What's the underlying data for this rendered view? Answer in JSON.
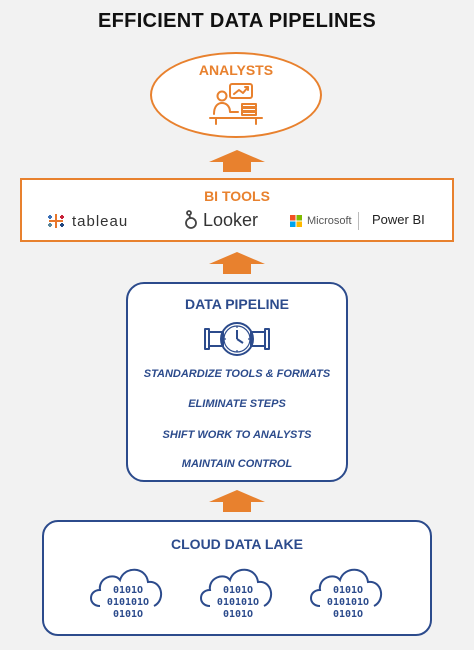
{
  "title": "EFFICIENT DATA PIPELINES",
  "analysts": {
    "label": "ANALYSTS",
    "icon": "analyst-at-desk-icon"
  },
  "bi_tools": {
    "label": "BI TOOLS",
    "logos": {
      "tableau": "tableau",
      "looker": "Looker",
      "microsoft": "Microsoft",
      "power_bi": "Power BI"
    }
  },
  "data_pipeline": {
    "label": "DATA PIPELINE",
    "icon": "pipe-gauge-icon",
    "items": [
      "STANDARDIZE TOOLS & FORMATS",
      "ELIMINATE STEPS",
      "SHIFT WORK TO ANALYSTS",
      "MAINTAIN CONTROL"
    ]
  },
  "cloud_data_lake": {
    "label": "CLOUD DATA LAKE",
    "clouds": [
      {
        "lines": [
          "0101O",
          "010101O",
          "0101O"
        ]
      },
      {
        "lines": [
          "0101O",
          "010101O",
          "0101O"
        ]
      },
      {
        "lines": [
          "0101O",
          "010101O",
          "0101O"
        ]
      }
    ]
  },
  "colors": {
    "orange": "#e8812e",
    "navy": "#2c4b8c",
    "background": "#f2f2f2"
  }
}
